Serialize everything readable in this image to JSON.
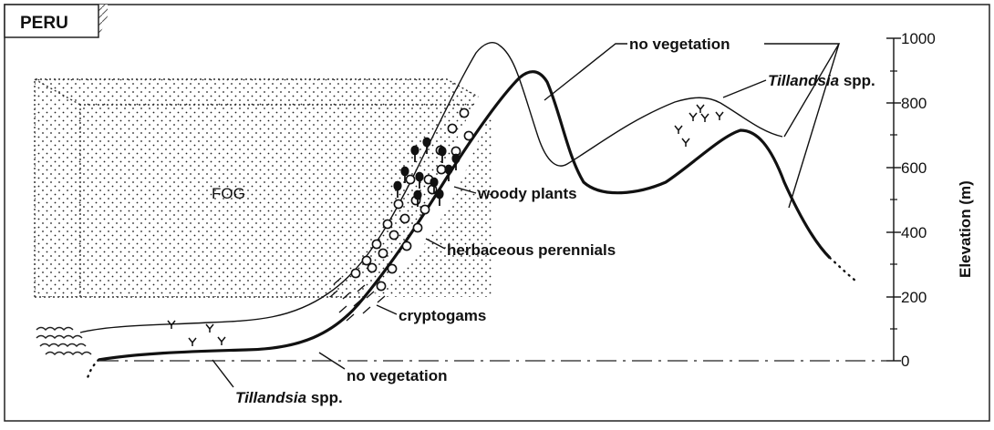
{
  "panel": {
    "title": "PERU"
  },
  "fog_label": "FOG",
  "axis": {
    "label": "Elevation (m)",
    "ticks": [
      "0",
      "200",
      "400",
      "600",
      "800",
      "1000"
    ]
  },
  "labels": {
    "no_vegetation_top": "no vegetation",
    "tillandsia_top_genus": "Tillandsia",
    "tillandsia_top_suffix": " spp.",
    "woody_plants": "woody plants",
    "herbaceous_perennials": "herbaceous perennials",
    "cryptogams": "cryptogams",
    "no_vegetation_bottom": "no vegetation",
    "tillandsia_bottom_genus": "Tillandsia",
    "tillandsia_bottom_suffix": " spp."
  },
  "colors": {
    "ink": "#111111",
    "background": "#ffffff"
  }
}
